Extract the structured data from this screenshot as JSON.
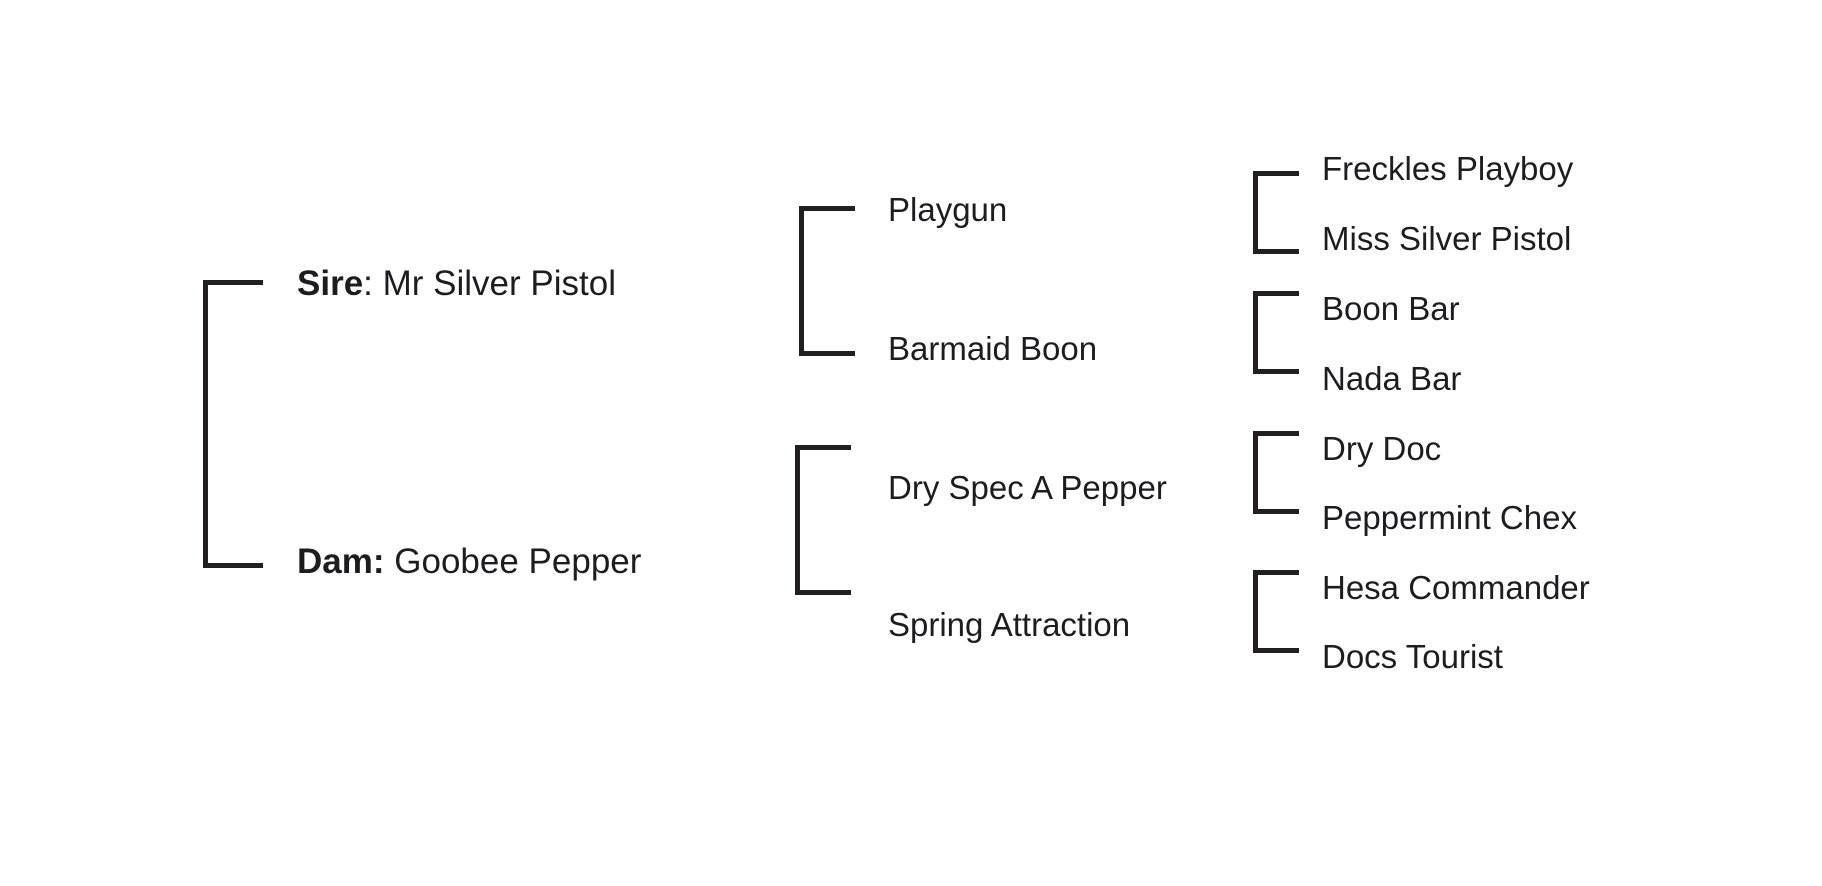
{
  "chart": {
    "type": "pedigree-tree",
    "title": "",
    "background_color": "#ffffff",
    "line_color": "#231f20",
    "text_color": "#1d1d1f"
  },
  "generation1": {
    "sire": {
      "role_label": "Sire",
      "separator": ": ",
      "name": "Mr Silver Pistol"
    },
    "dam": {
      "role_label": "Dam:",
      "separator": "  ",
      "name": "Goobee Pepper"
    }
  },
  "generation2": {
    "sire_parents": [
      {
        "name": "Playgun"
      },
      {
        "name": "Barmaid Boon"
      }
    ],
    "dam_parents": [
      {
        "name": "Dry Spec A Pepper"
      },
      {
        "name": "Spring Attraction"
      }
    ]
  },
  "generation3": {
    "playgun_parents": [
      {
        "name": "Freckles Playboy"
      },
      {
        "name": "Miss Silver Pistol"
      }
    ],
    "barmaid_boon_parents": [
      {
        "name": "Boon Bar"
      },
      {
        "name": "Nada Bar"
      }
    ],
    "dry_spec_a_pepper_parents": [
      {
        "name": "Dry Doc"
      },
      {
        "name": "Peppermint Chex"
      }
    ],
    "spring_attraction_parents": [
      {
        "name": "Hesa Commander"
      },
      {
        "name": "Docs Tourist"
      }
    ]
  }
}
